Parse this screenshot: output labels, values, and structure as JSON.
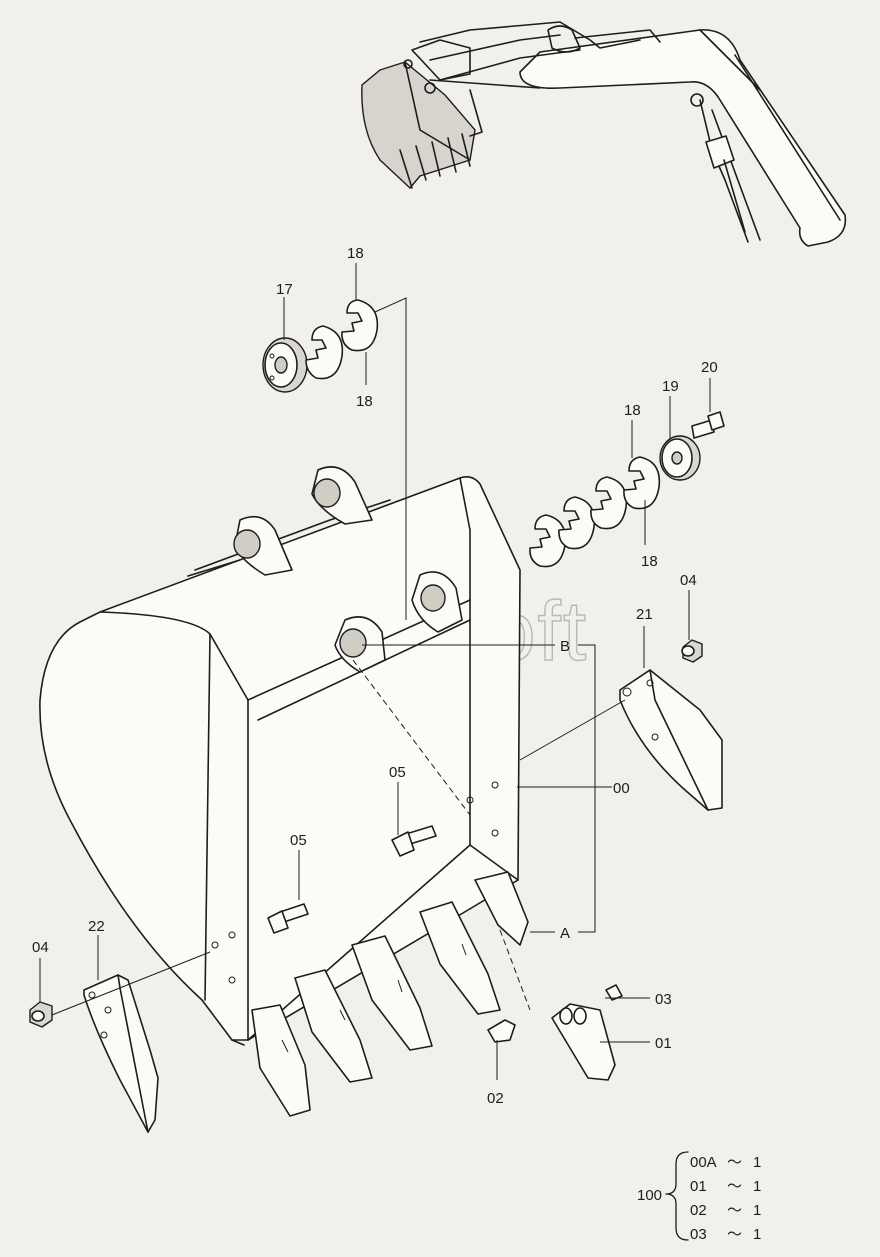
{
  "watermark": "AutoSoft",
  "callouts": [
    {
      "id": "17",
      "text": "17"
    },
    {
      "id": "18a",
      "text": "18"
    },
    {
      "id": "18b",
      "text": "18"
    },
    {
      "id": "18c",
      "text": "18"
    },
    {
      "id": "18d",
      "text": "18"
    },
    {
      "id": "19",
      "text": "19"
    },
    {
      "id": "20",
      "text": "20"
    },
    {
      "id": "21",
      "text": "21"
    },
    {
      "id": "04a",
      "text": "04"
    },
    {
      "id": "04b",
      "text": "04"
    },
    {
      "id": "05a",
      "text": "05"
    },
    {
      "id": "05b",
      "text": "05"
    },
    {
      "id": "00",
      "text": "00"
    },
    {
      "id": "22",
      "text": "22"
    },
    {
      "id": "03",
      "text": "03"
    },
    {
      "id": "01",
      "text": "01"
    },
    {
      "id": "02",
      "text": "02"
    },
    {
      "id": "A",
      "text": "A"
    },
    {
      "id": "B",
      "text": "B"
    }
  ],
  "assembly": {
    "number": "100",
    "rows": [
      {
        "part": "00A",
        "sep": "～",
        "qty": "1"
      },
      {
        "part": "01",
        "sep": "～",
        "qty": "1"
      },
      {
        "part": "02",
        "sep": "～",
        "qty": "1"
      },
      {
        "part": "03",
        "sep": "～",
        "qty": "1"
      }
    ]
  }
}
